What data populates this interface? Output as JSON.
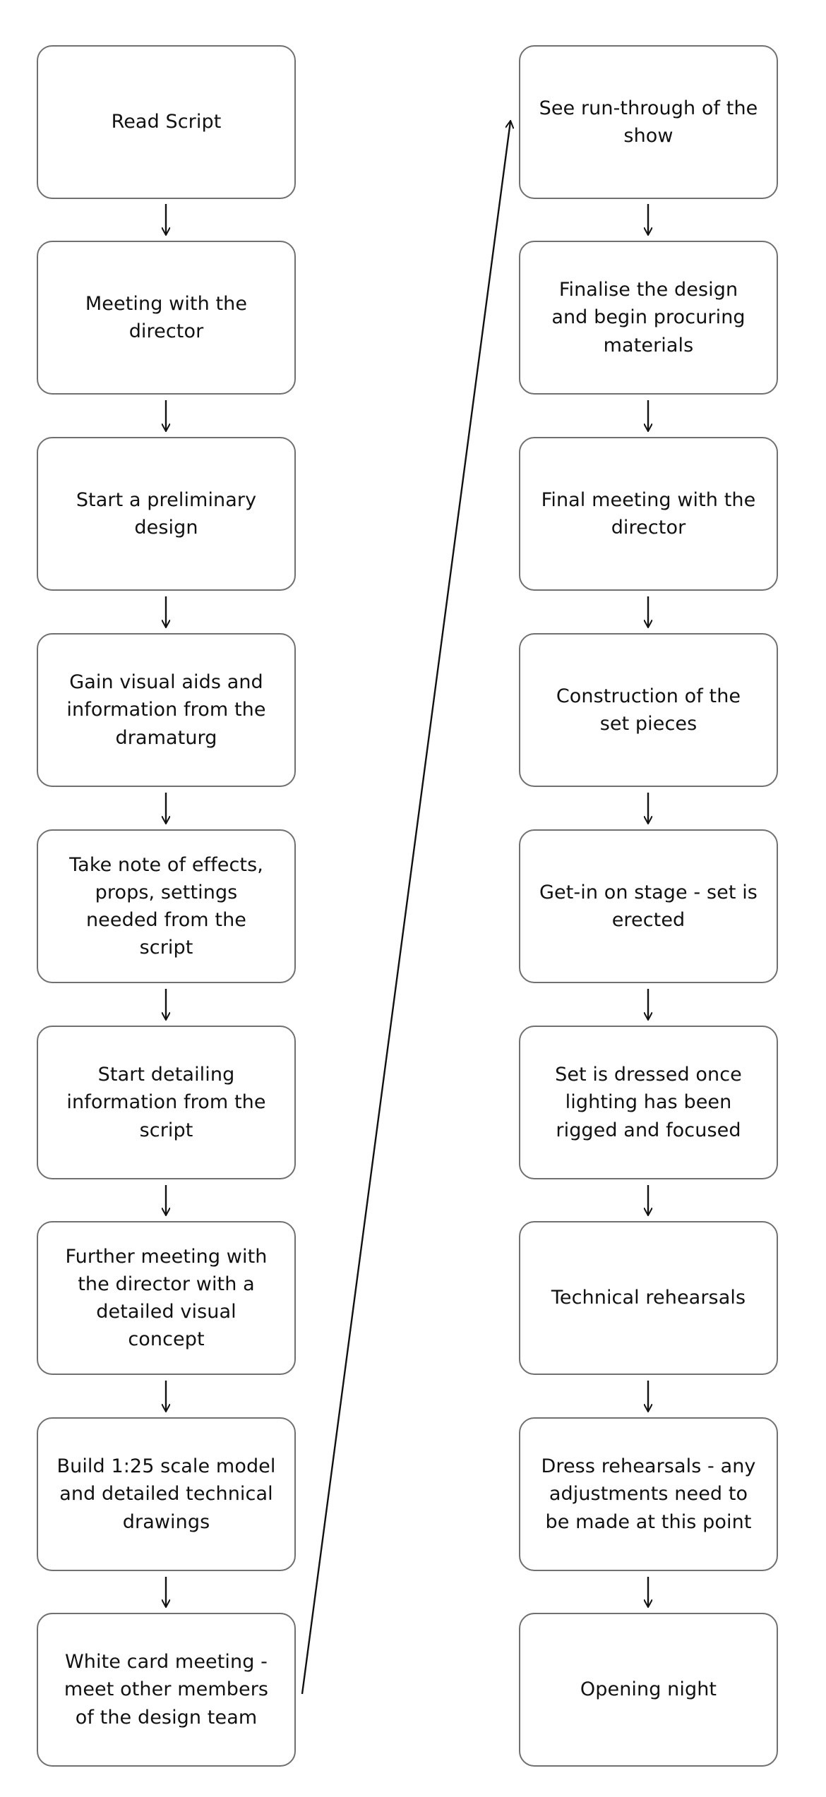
{
  "diagram": {
    "left_column": [
      "Read Script",
      "Meeting with the director",
      "Start a preliminary design",
      "Gain visual aids and information from the dramaturg",
      "Take note of effects, props, settings needed from the script",
      "Start detailing information from the script",
      "Further meeting with the director with a detailed visual concept",
      "Build 1:25 scale model and detailed technical drawings",
      "White card meeting - meet other members of the design team"
    ],
    "right_column": [
      "See run-through of the show",
      "Finalise the design and begin procuring materials",
      "Final meeting with the director",
      "Construction of the set pieces",
      "Get-in on stage - set is erected",
      "Set is dressed once lighting has been rigged and focused",
      "Technical rehearsals",
      "Dress rehearsals - any adjustments need to be made at this point",
      "Opening night"
    ]
  }
}
